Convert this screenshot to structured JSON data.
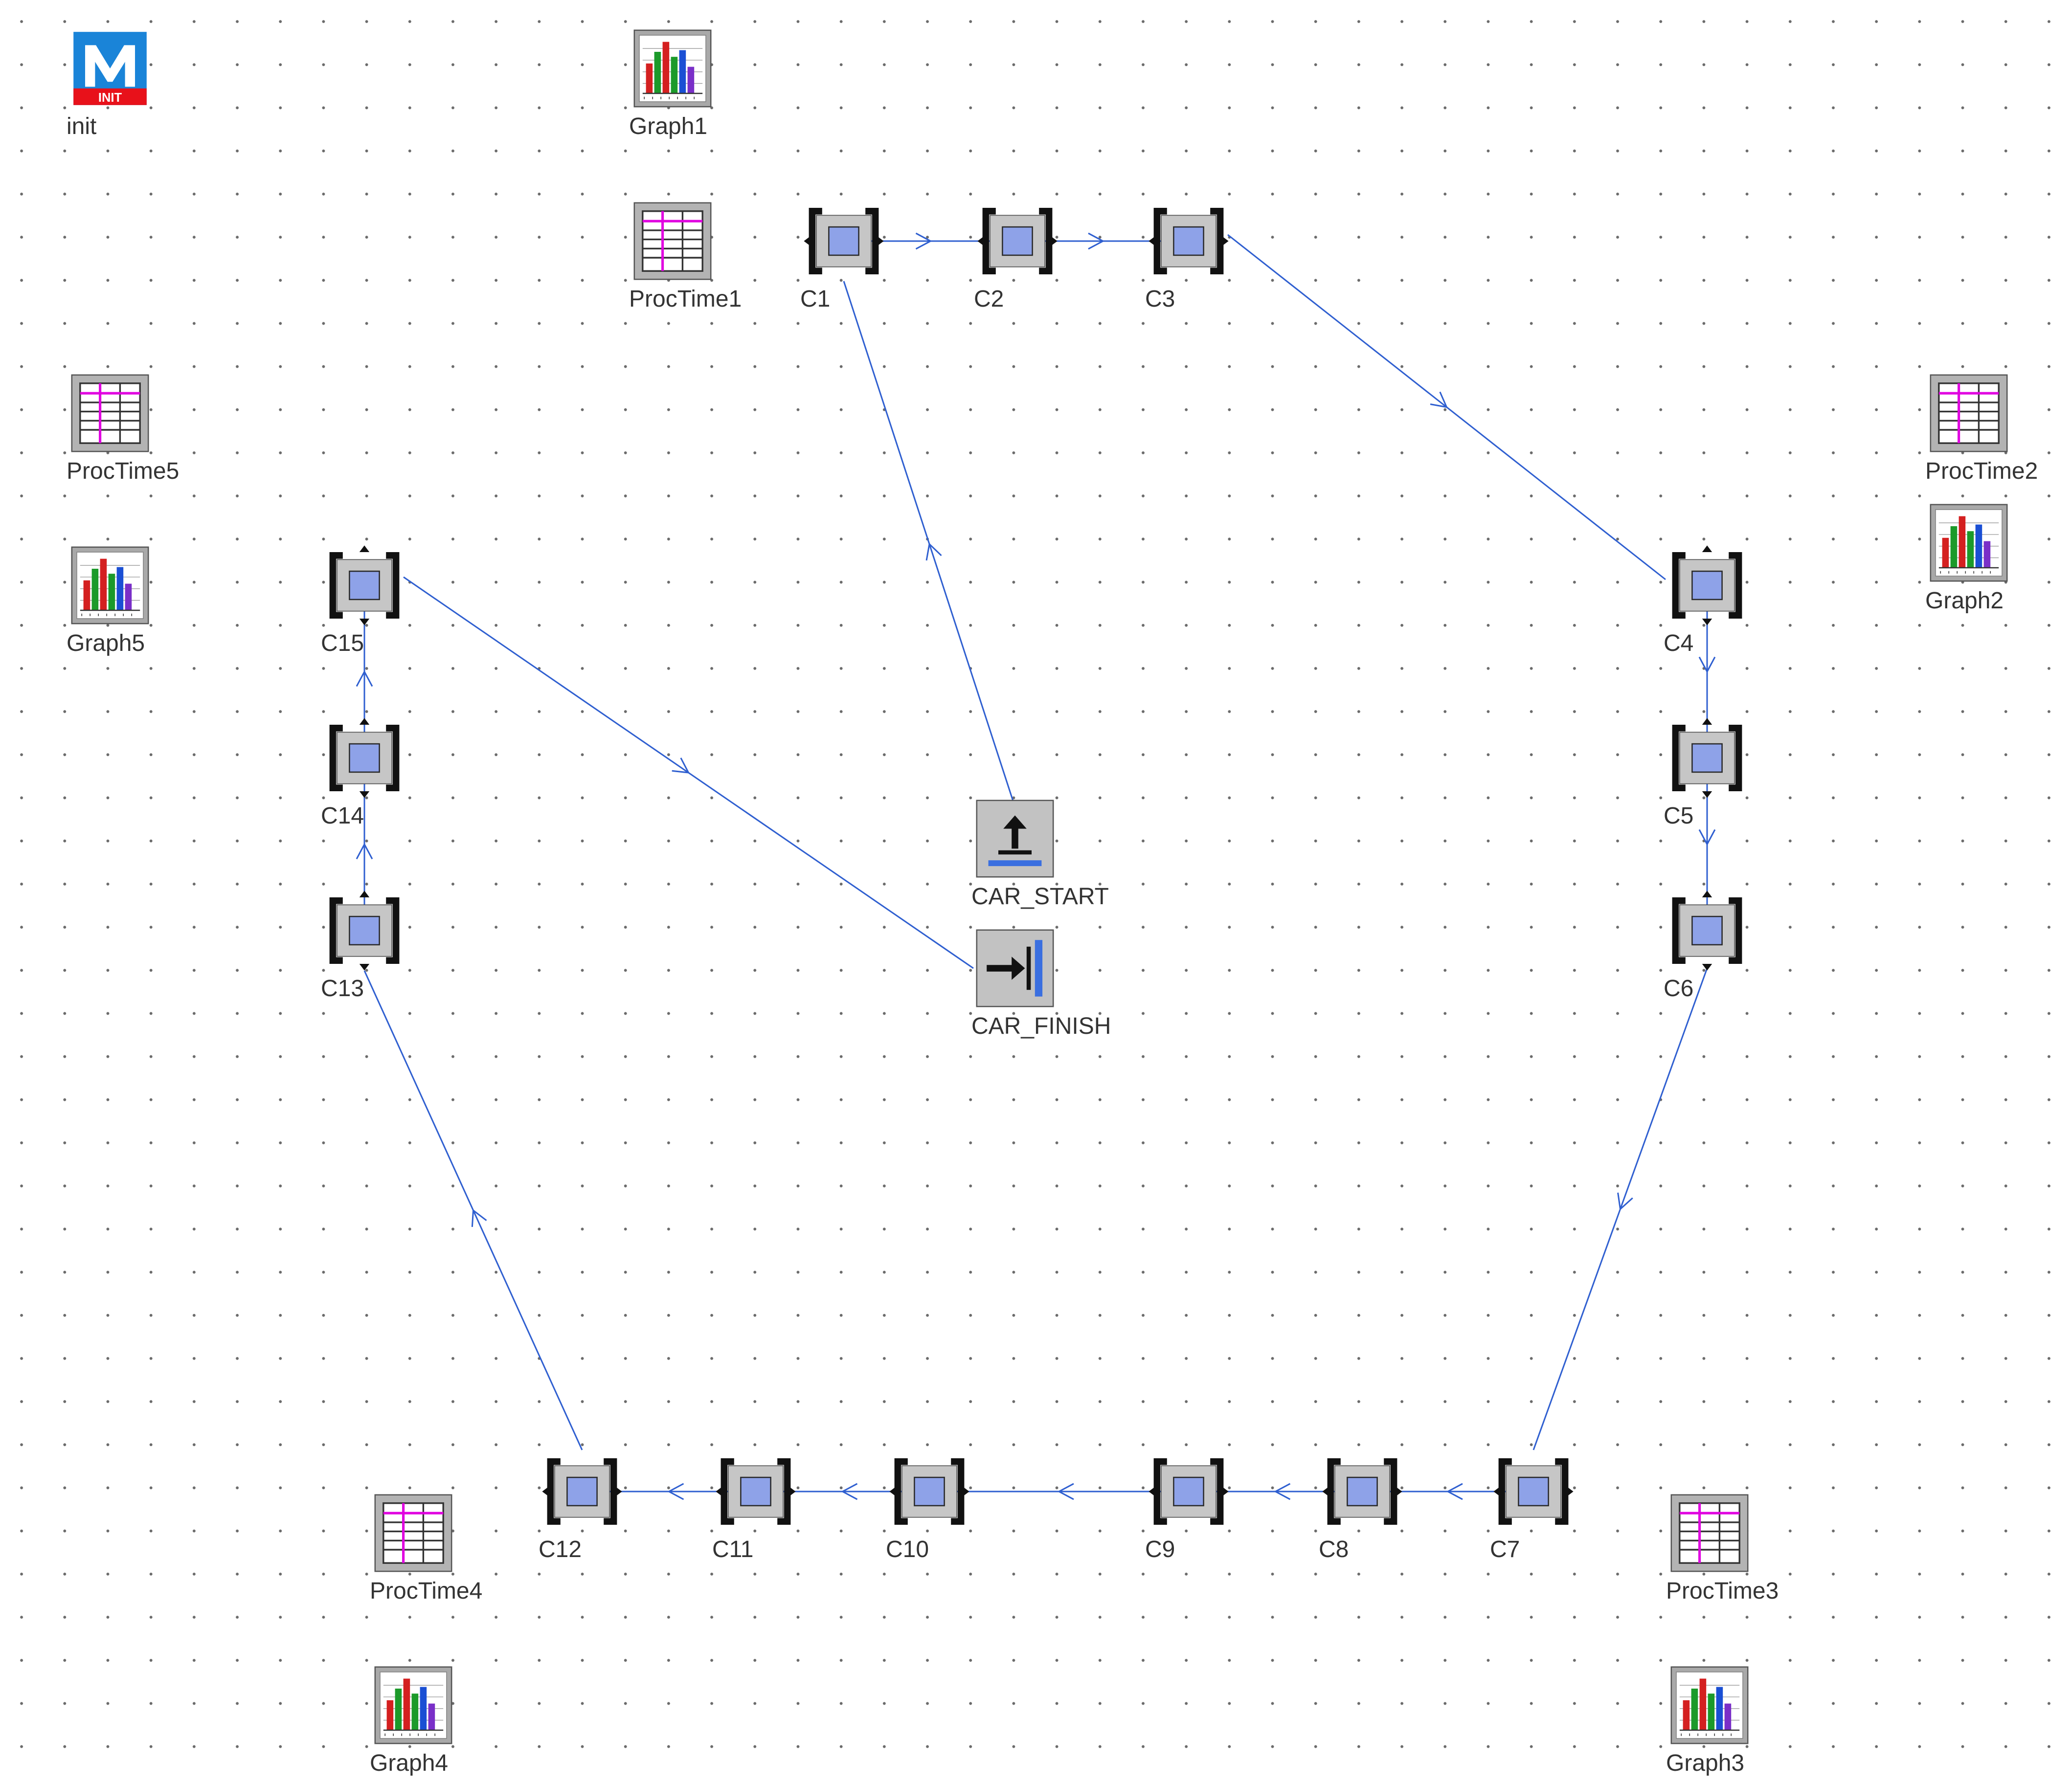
{
  "colors": {
    "wire": "#2f5fd0",
    "station_fill": "#c6c6c6",
    "station_square": "#8ea2e8",
    "label": "#333333",
    "init_blue": "#1a84d8",
    "init_red": "#e8111a"
  },
  "nodes": [
    {
      "id": "init",
      "label": "init",
      "icon": "init-method-icon"
    },
    {
      "id": "Graph1",
      "label": "Graph1",
      "icon": "bar-chart-icon"
    },
    {
      "id": "ProcTime1",
      "label": "ProcTime1",
      "icon": "table-icon"
    },
    {
      "id": "ProcTime5",
      "label": "ProcTime5",
      "icon": "table-icon"
    },
    {
      "id": "Graph5",
      "label": "Graph5",
      "icon": "bar-chart-icon"
    },
    {
      "id": "ProcTime2",
      "label": "ProcTime2",
      "icon": "table-icon"
    },
    {
      "id": "Graph2",
      "label": "Graph2",
      "icon": "bar-chart-icon"
    },
    {
      "id": "ProcTime4",
      "label": "ProcTime4",
      "icon": "table-icon"
    },
    {
      "id": "Graph4",
      "label": "Graph4",
      "icon": "bar-chart-icon"
    },
    {
      "id": "ProcTime3",
      "label": "ProcTime3",
      "icon": "table-icon"
    },
    {
      "id": "Graph3",
      "label": "Graph3",
      "icon": "bar-chart-icon"
    },
    {
      "id": "CAR_START",
      "label": "CAR_START",
      "icon": "source-icon"
    },
    {
      "id": "CAR_FINISH",
      "label": "CAR_FINISH",
      "icon": "drain-icon"
    },
    {
      "id": "C1",
      "label": "C1",
      "icon": "station-horizontal-icon"
    },
    {
      "id": "C2",
      "label": "C2",
      "icon": "station-horizontal-icon"
    },
    {
      "id": "C3",
      "label": "C3",
      "icon": "station-horizontal-icon"
    },
    {
      "id": "C4",
      "label": "C4",
      "icon": "station-vertical-icon"
    },
    {
      "id": "C5",
      "label": "C5",
      "icon": "station-vertical-icon"
    },
    {
      "id": "C6",
      "label": "C6",
      "icon": "station-vertical-icon"
    },
    {
      "id": "C7",
      "label": "C7",
      "icon": "station-horizontal-icon"
    },
    {
      "id": "C8",
      "label": "C8",
      "icon": "station-horizontal-icon"
    },
    {
      "id": "C9",
      "label": "C9",
      "icon": "station-horizontal-icon"
    },
    {
      "id": "C10",
      "label": "C10",
      "icon": "station-horizontal-icon"
    },
    {
      "id": "C11",
      "label": "C11",
      "icon": "station-horizontal-icon"
    },
    {
      "id": "C12",
      "label": "C12",
      "icon": "station-horizontal-icon"
    },
    {
      "id": "C13",
      "label": "C13",
      "icon": "station-vertical-icon"
    },
    {
      "id": "C14",
      "label": "C14",
      "icon": "station-vertical-icon"
    },
    {
      "id": "C15",
      "label": "C15",
      "icon": "station-vertical-icon"
    }
  ],
  "connections": [
    {
      "from": "CAR_START",
      "to": "C1"
    },
    {
      "from": "C1",
      "to": "C2"
    },
    {
      "from": "C2",
      "to": "C3"
    },
    {
      "from": "C3",
      "to": "C4"
    },
    {
      "from": "C4",
      "to": "C5"
    },
    {
      "from": "C5",
      "to": "C6"
    },
    {
      "from": "C6",
      "to": "C7"
    },
    {
      "from": "C7",
      "to": "C8"
    },
    {
      "from": "C8",
      "to": "C9"
    },
    {
      "from": "C9",
      "to": "C10"
    },
    {
      "from": "C10",
      "to": "C11"
    },
    {
      "from": "C11",
      "to": "C12"
    },
    {
      "from": "C12",
      "to": "C13"
    },
    {
      "from": "C13",
      "to": "C14"
    },
    {
      "from": "C14",
      "to": "C15"
    },
    {
      "from": "C15",
      "to": "CAR_FINISH"
    }
  ]
}
